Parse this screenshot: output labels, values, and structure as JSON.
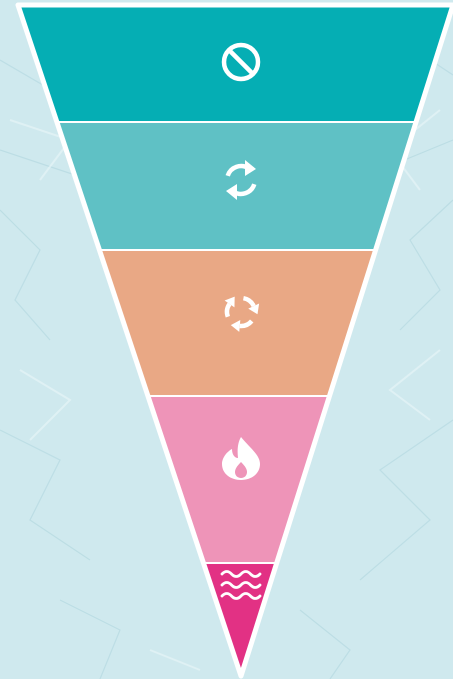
{
  "background": {
    "color": "#cfe9ee",
    "crease_color": "#b8dbe2",
    "highlight_color": "#e6f4f7"
  },
  "outline_color": "#ffffff",
  "tiers": [
    {
      "level": 1,
      "color": "#05aeb4",
      "icon": "prohibited-icon"
    },
    {
      "level": 2,
      "color": "#5fc1c5",
      "icon": "reuse-arrows-icon"
    },
    {
      "level": 3,
      "color": "#e9a885",
      "icon": "recycle-arrows-icon"
    },
    {
      "level": 4,
      "color": "#ee94b8",
      "icon": "flame-icon"
    },
    {
      "level": 5,
      "color": "#e23184",
      "icon": "waves-icon"
    }
  ]
}
